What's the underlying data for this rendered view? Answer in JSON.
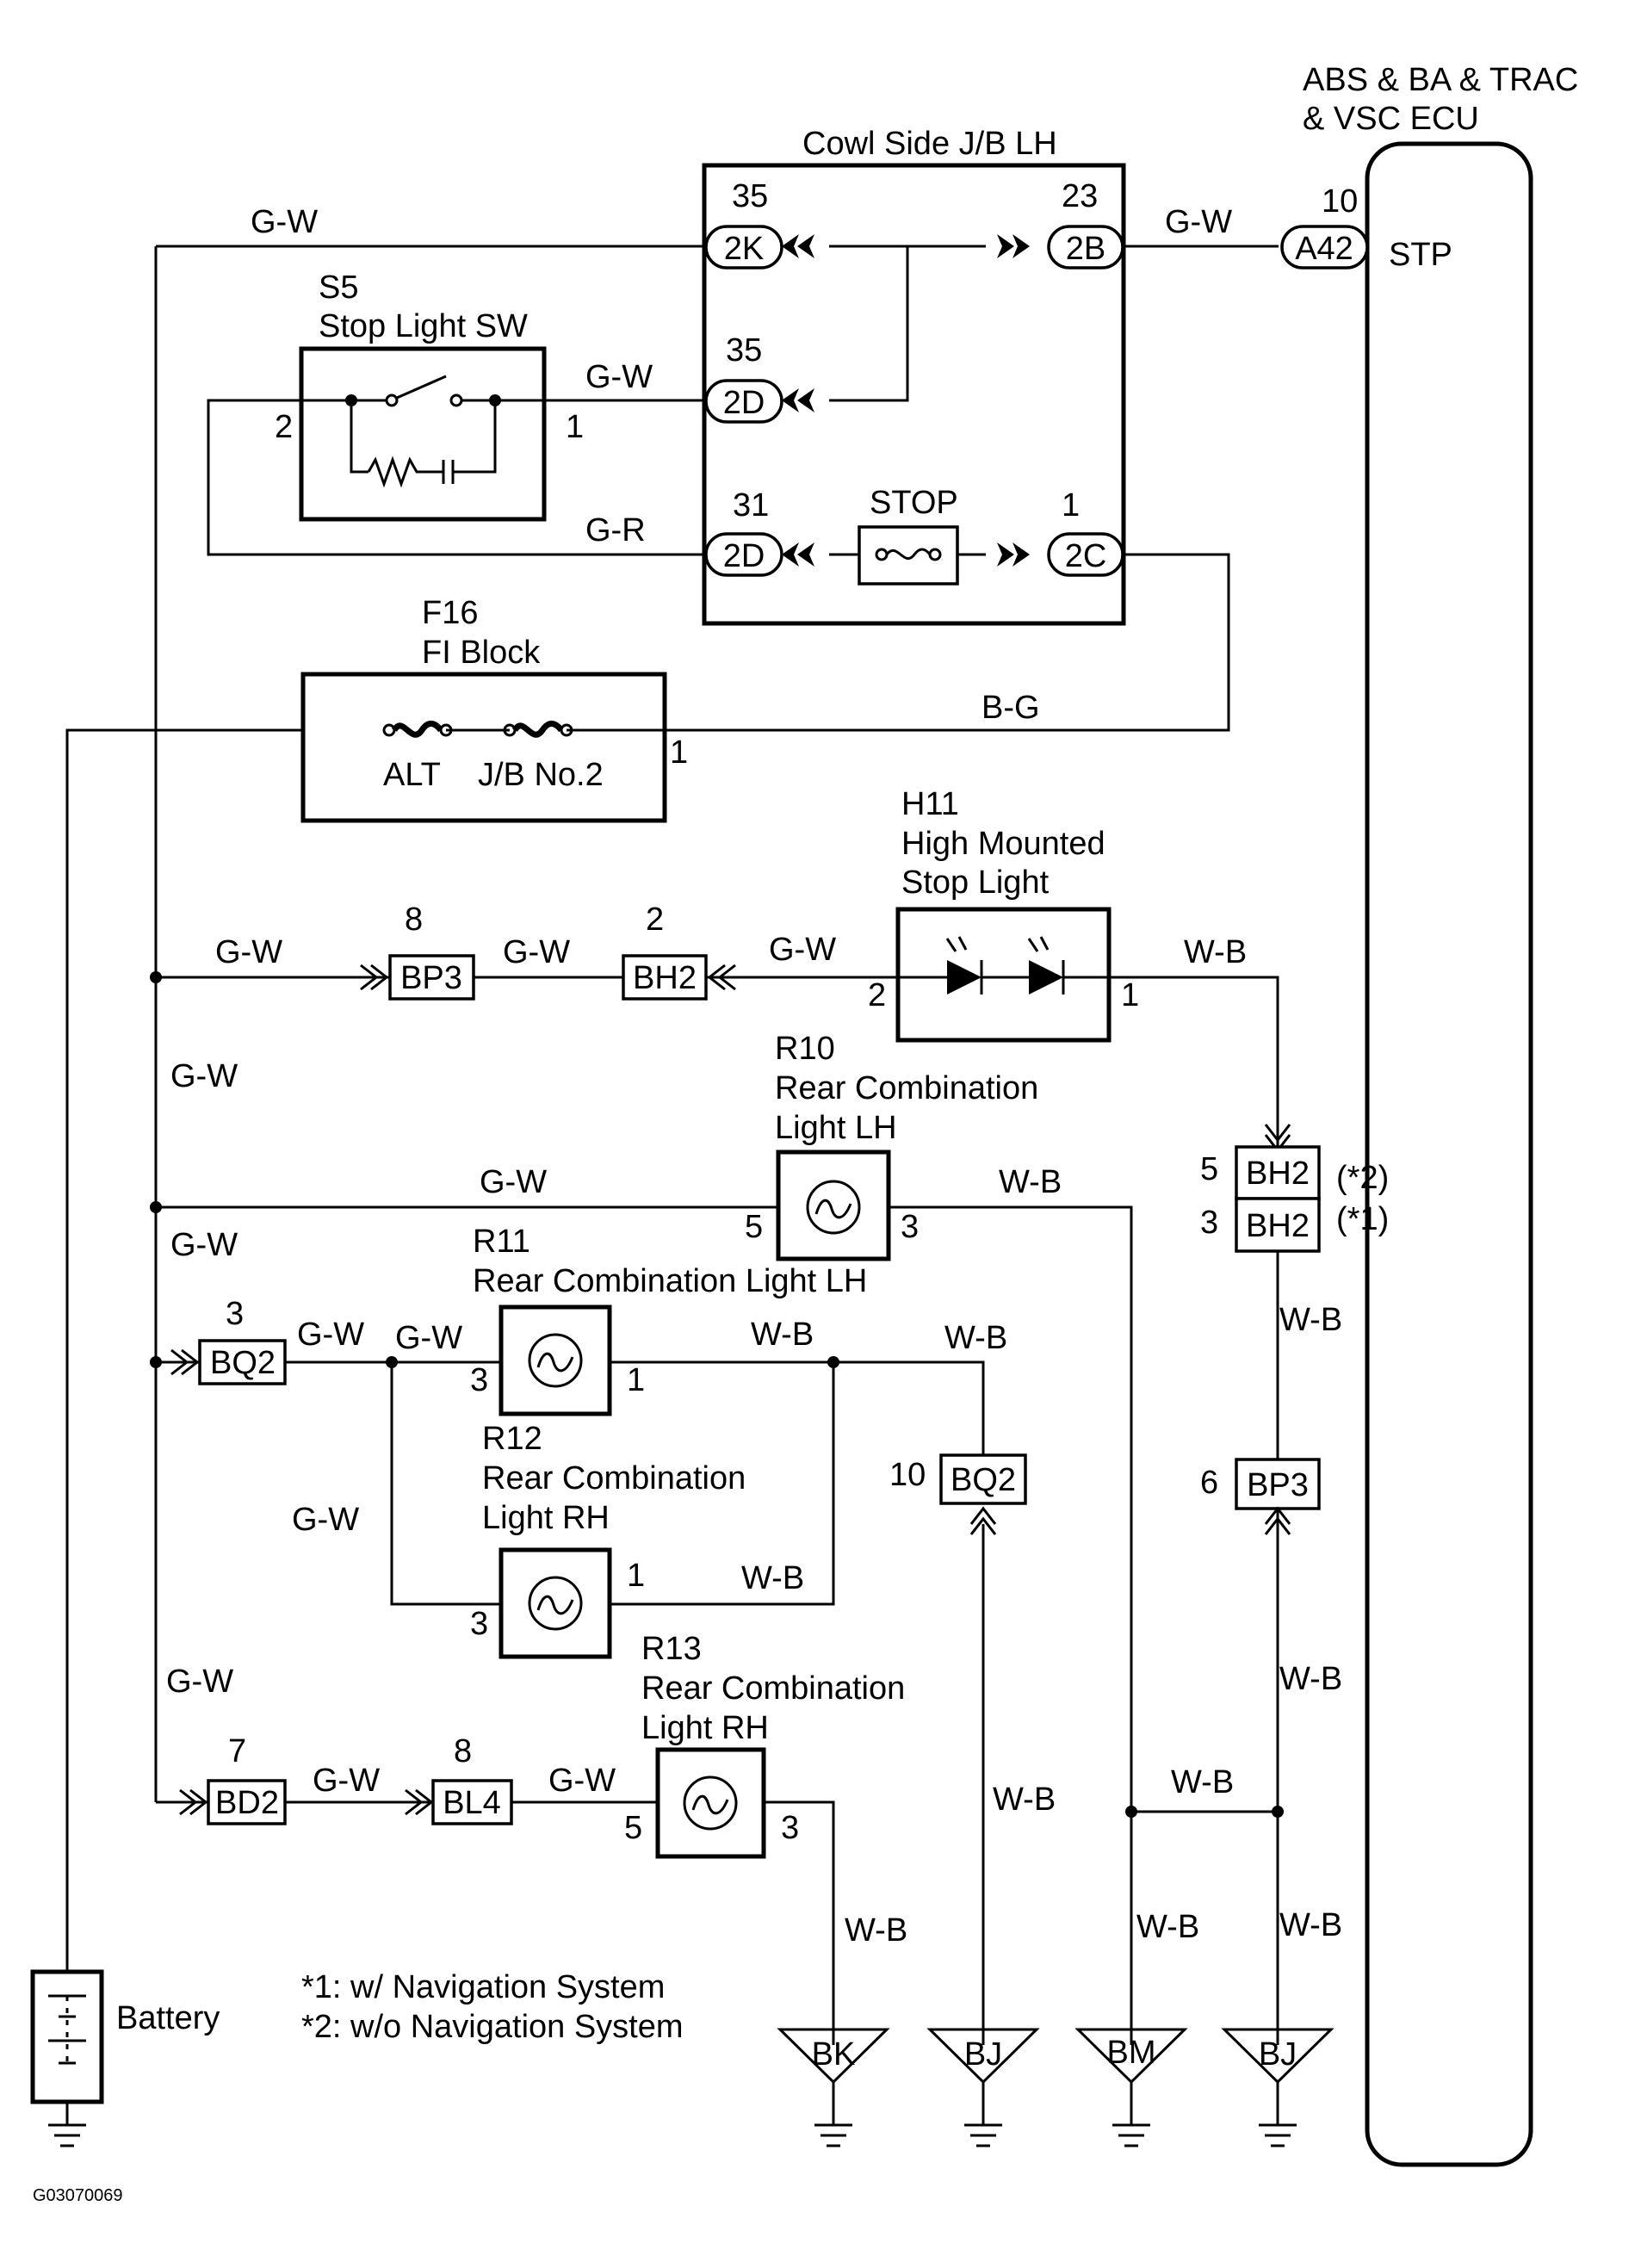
{
  "figure_id": "G03070069",
  "ecu": {
    "title_line1": "ABS & BA & TRAC",
    "title_line2": "& VSC ECU",
    "pin_no": "10",
    "connector": "A42",
    "terminal": "STP"
  },
  "jb": {
    "title": "Cowl Side J/B LH",
    "c2k": {
      "pin": "35",
      "name": "2K"
    },
    "c2b": {
      "pin": "23",
      "name": "2B"
    },
    "c2d_top": {
      "pin": "35",
      "name": "2D"
    },
    "c2d_bot": {
      "pin": "31",
      "name": "2D"
    },
    "c2c": {
      "pin": "1",
      "name": "2C"
    },
    "fuse": "STOP"
  },
  "s5": {
    "id": "S5",
    "name": "Stop Light SW",
    "pin_left": "2",
    "pin_right": "1"
  },
  "f16": {
    "id": "F16",
    "name": "FI Block",
    "fuse1": "ALT",
    "fuse2": "J/B No.2",
    "pin": "1"
  },
  "h11": {
    "id": "H11",
    "name_line1": "High Mounted",
    "name_line2": "Stop Light",
    "pin_left": "2",
    "pin_right": "1"
  },
  "r10": {
    "id": "R10",
    "name_line1": "Rear Combination",
    "name_line2": "Light LH",
    "pin_left": "5",
    "pin_right": "3"
  },
  "r11": {
    "id": "R11",
    "name": "Rear Combination Light LH",
    "pin_left": "3",
    "pin_right": "1"
  },
  "r12": {
    "id": "R12",
    "name_line1": "Rear Combination",
    "name_line2": "Light RH",
    "pin_left": "3",
    "pin_right": "1"
  },
  "r13": {
    "id": "R13",
    "name_line1": "Rear Combination",
    "name_line2": "Light RH",
    "pin_left": "5",
    "pin_right": "3"
  },
  "connectors": {
    "bp3_top": {
      "name": "BP3",
      "pin": "8"
    },
    "bh2_top": {
      "name": "BH2",
      "pin": "2"
    },
    "bh2_r1": {
      "name": "BH2",
      "pin": "5",
      "note": "(*2)"
    },
    "bh2_r2": {
      "name": "BH2",
      "pin": "3",
      "note": "(*1)"
    },
    "bq2_left": {
      "name": "BQ2",
      "pin": "3"
    },
    "bq2_right": {
      "name": "BQ2",
      "pin": "10"
    },
    "bp3_right": {
      "name": "BP3",
      "pin": "6"
    },
    "bd2": {
      "name": "BD2",
      "pin": "7"
    },
    "bl4": {
      "name": "BL4",
      "pin": "8"
    }
  },
  "wire_colors": {
    "gw": "G-W",
    "gr": "G-R",
    "bg": "B-G",
    "wb": "W-B"
  },
  "grounds": [
    "BK",
    "BJ",
    "BM",
    "BJ"
  ],
  "battery": "Battery",
  "notes": [
    "*1: w/ Navigation System",
    "*2: w/o Navigation System"
  ]
}
